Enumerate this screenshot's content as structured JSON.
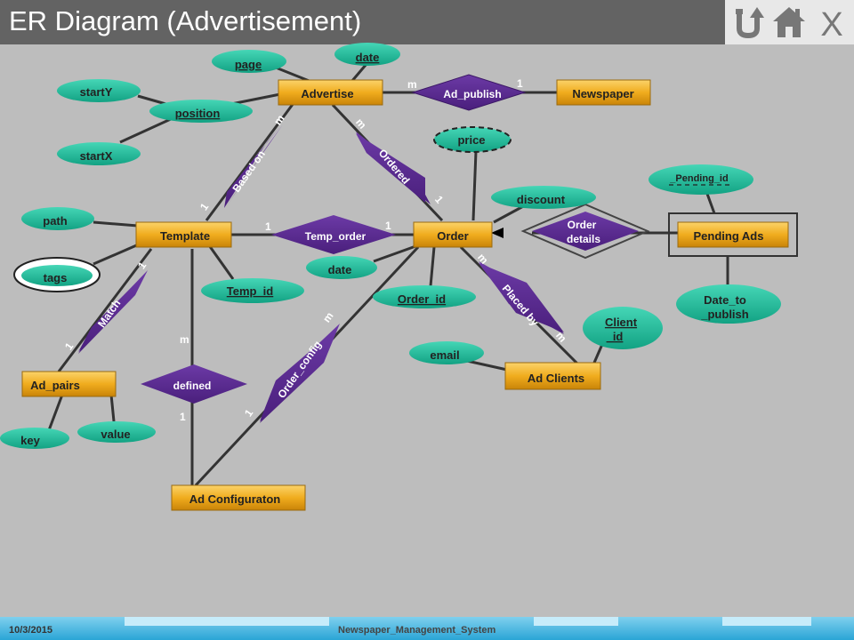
{
  "slide": {
    "title": "ER Diagram (Advertisement)",
    "footer_date": "10/3/2015",
    "footer_system": "Newspaper_Management_System"
  },
  "nav": {
    "back_icon": "undo-arrow-icon",
    "home_icon": "home-icon",
    "close_label": "X"
  },
  "colors": {
    "entity": "#f0ac1e",
    "relationship": "#5b2a91",
    "attribute": "#21b99a",
    "line": "#333333",
    "background": "#bdbdbd"
  },
  "entities": {
    "advertise": "Advertise",
    "newspaper": "Newspaper",
    "template": "Template",
    "order": "Order",
    "pending_ads": "Pending Ads",
    "ad_pairs": "Ad_pairs",
    "ad_clients": "Ad Clients",
    "ad_configuration": "Ad Configuraton"
  },
  "relationships": {
    "ad_publish": "Ad_publish",
    "based_on": "Based on",
    "ordered": "Ordered",
    "temp_order": "Temp_order",
    "order_details_1": "Order",
    "order_details_2": "details",
    "match": "Match",
    "defined": "defined",
    "order_config": "Order_config",
    "placed_by": "Placed by"
  },
  "attributes": {
    "page": "page",
    "ad_date": "date",
    "startY": "startY",
    "position": "position",
    "startX": "startX",
    "price": "price",
    "pending_id": "_Pending_id",
    "discount": "discount",
    "path": "path",
    "tags": "tags",
    "temp_id": "Temp_id",
    "order_date": "date",
    "order_id": "Order_id",
    "date_to_publish_1": "Date_to",
    "date_to_publish_2": "_publish",
    "client_id_1": "Client",
    "client_id_2": "_id",
    "email": "email",
    "key": "key",
    "value": "value"
  },
  "cardinalities": {
    "ad_publish_left": "m",
    "ad_publish_right": "1",
    "based_on_top": "m",
    "based_on_bottom": "1",
    "ordered_top": "m",
    "ordered_bottom": "1",
    "temp_order_left": "1",
    "temp_order_right": "1",
    "placed_by_top": "m",
    "placed_by_bottom": "m",
    "match_top": "1",
    "match_bottom": "1",
    "defined_top": "m",
    "defined_bottom": "1",
    "order_config_top": "m",
    "order_config_bottom": "1"
  }
}
